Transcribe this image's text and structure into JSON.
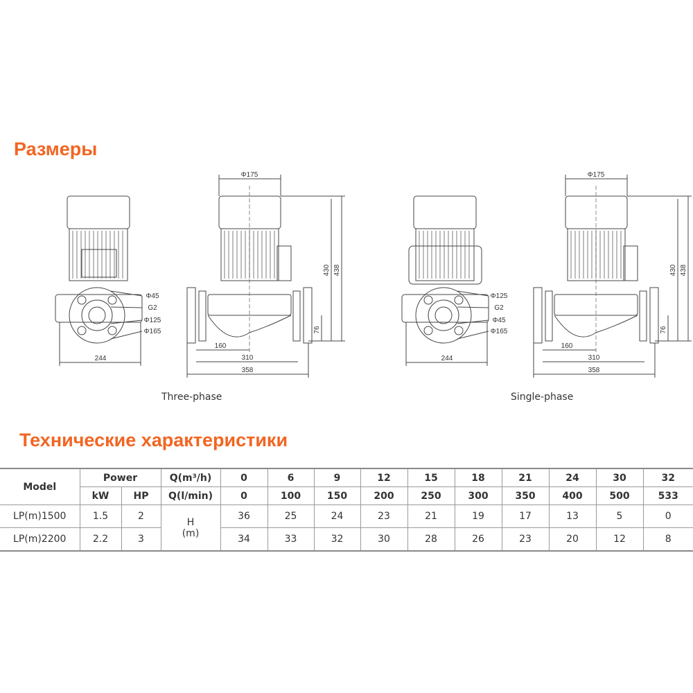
{
  "sections": {
    "dimensions_title": "Размеры",
    "specs_title": "Технические характеристики"
  },
  "drawings": [
    {
      "caption": "Three-phase",
      "front": [
        "Φ45",
        "G2",
        "Φ125",
        "Φ165"
      ],
      "width_front": "244",
      "motor_dia": "Φ175",
      "h1": "430",
      "h2": "438",
      "h3": "76",
      "w1": "160",
      "w2": "310",
      "w3": "358"
    },
    {
      "caption": "Single-phase",
      "front": [
        "Φ125",
        "G2",
        "Φ45",
        "Φ165"
      ],
      "width_front": "244",
      "motor_dia": "Φ175",
      "h1": "430",
      "h2": "438",
      "h3": "76",
      "w1": "160",
      "w2": "310",
      "w3": "358"
    }
  ],
  "table": {
    "model": "Model",
    "power": "Power",
    "kw": "kW",
    "hp": "HP",
    "q_m3h": "Q(m³/h)",
    "q_lmin": "Q(l/min)",
    "h_unit": "H",
    "h_m": "(m)",
    "q_m3h_values": [
      "0",
      "6",
      "9",
      "12",
      "15",
      "18",
      "21",
      "24",
      "30",
      "32"
    ],
    "q_lmin_values": [
      "0",
      "100",
      "150",
      "200",
      "250",
      "300",
      "350",
      "400",
      "500",
      "533"
    ],
    "rows": [
      {
        "model": "LP(m)1500",
        "kw": "1.5",
        "hp": "2",
        "h": [
          "36",
          "25",
          "24",
          "23",
          "21",
          "19",
          "17",
          "13",
          "5",
          "0"
        ]
      },
      {
        "model": "LP(m)2200",
        "kw": "2.2",
        "hp": "3",
        "h": [
          "34",
          "33",
          "32",
          "30",
          "28",
          "26",
          "23",
          "20",
          "12",
          "8"
        ]
      }
    ]
  },
  "colors": {
    "accent": "#f26522"
  }
}
